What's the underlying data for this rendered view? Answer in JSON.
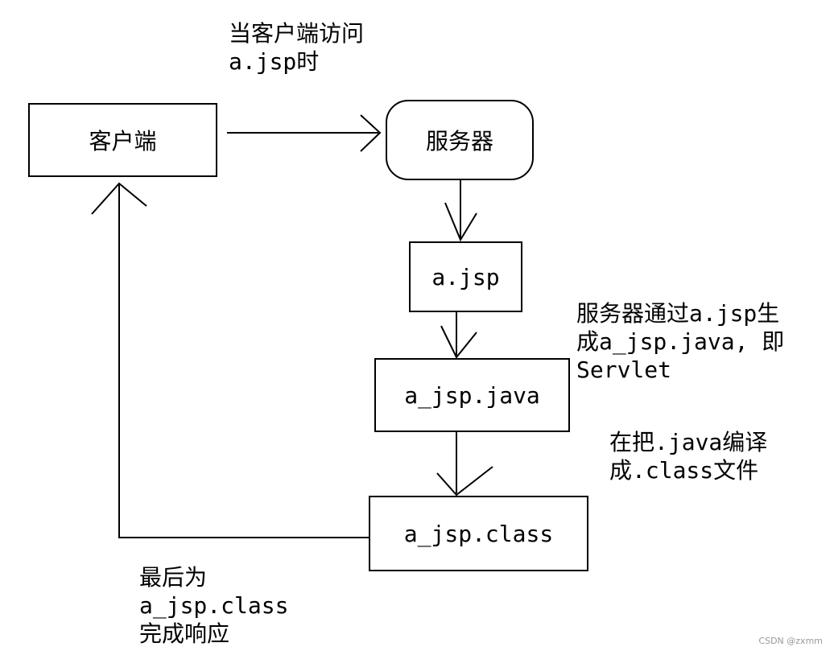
{
  "nodes": {
    "client": "客户端",
    "server": "服务器",
    "jsp": "a.jsp",
    "java": "a_jsp.java",
    "class": "a_jsp.class"
  },
  "notes": {
    "request": "当客户端访问\na.jsp时",
    "generate": "服务器通过a.jsp生\n成a_jsp.java, 即\nServlet",
    "compile": "在把.java编译\n成.class文件",
    "response": "最后为\na_jsp.class\n完成响应"
  },
  "watermark": "CSDN @zxmm"
}
